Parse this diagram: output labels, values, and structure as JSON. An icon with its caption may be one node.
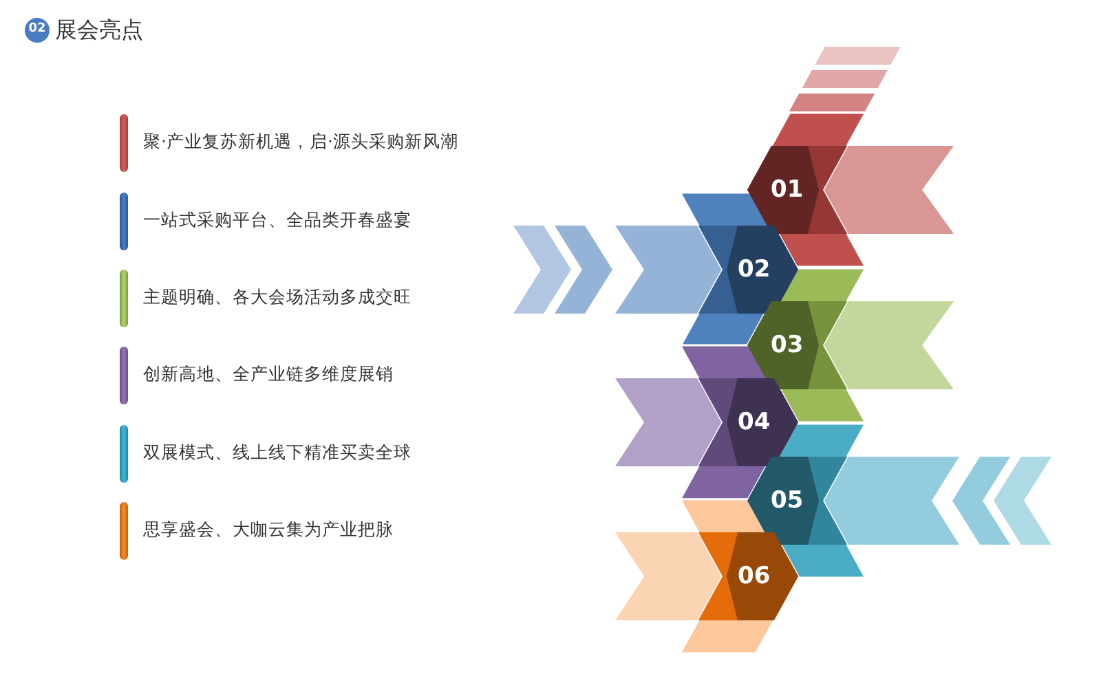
{
  "diagram": {
    "title": "展会亮点",
    "nodes": [
      {
        "text": [
          "02"
        ]
      },
      {
        "text": [
          "01"
        ]
      },
      {
        "text": [
          "02"
        ]
      },
      {
        "text": [
          "03"
        ]
      },
      {
        "text": [
          "04"
        ]
      },
      {
        "text": [
          "05"
        ]
      },
      {
        "text": [
          "06"
        ]
      }
    ],
    "labels": [
      "聚·产业复苏新机遇，启·源头采购新风潮",
      "一站式采购平台、全品类开春盛宴",
      "主题明确、各大会场活动多成交旺",
      "创新高地、全产业链多维度展销",
      "双展模式、线上线下精准买卖全球",
      "思享盛会、大咖云集为产业把脉"
    ]
  }
}
